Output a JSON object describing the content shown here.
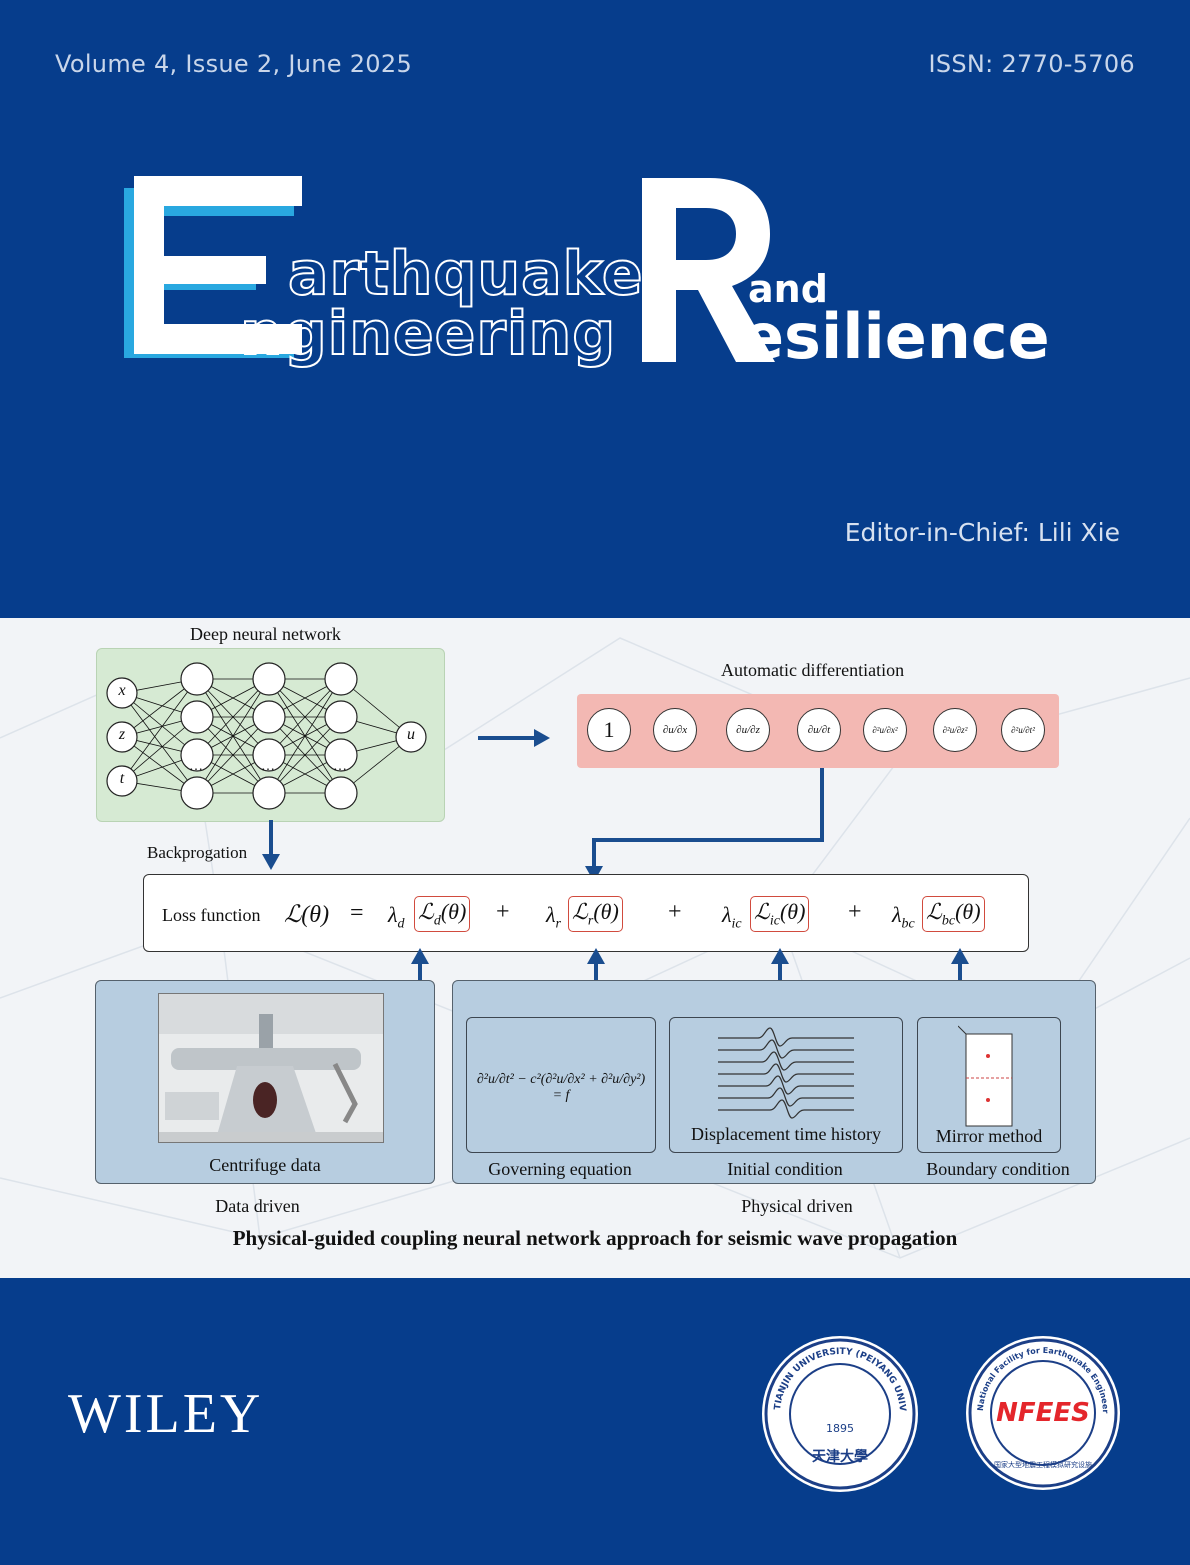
{
  "header": {
    "volume": "Volume 4, Issue 2, June 2025",
    "issn": "ISSN: 2770-5706"
  },
  "title": {
    "letter_e": "E",
    "letter_r": "R",
    "word_arthquake": "arthquake",
    "word_ngineering": "ngineering",
    "word_and": "and",
    "word_esilience": "esilience"
  },
  "editor": "Editor-in-Chief: Lili Xie",
  "figure": {
    "dnn_label": "Deep neural network",
    "inputs": [
      "x",
      "z",
      "t"
    ],
    "output": "u",
    "ellipsis": "…",
    "autodiff_label": "Automatic differentiation",
    "autodiff_terms": [
      "1",
      "∂u/∂x",
      "∂u/∂z",
      "∂u/∂t",
      "∂²u/∂x²",
      "∂²u/∂z²",
      "∂²u/∂t²"
    ],
    "backprop_label": "Backprogation",
    "loss_label": "Loss function",
    "loss_lhs": "ℒ(θ)",
    "eq_sign": "=",
    "plus": "+",
    "loss_terms": [
      {
        "coef": "λ",
        "sub": "d",
        "term": "ℒ",
        "term_sub": "d",
        "arg": "(θ)"
      },
      {
        "coef": "λ",
        "sub": "r",
        "term": "ℒ",
        "term_sub": "r",
        "arg": "(θ)"
      },
      {
        "coef": "λ",
        "sub": "ic",
        "term": "ℒ",
        "term_sub": "ic",
        "arg": "(θ)"
      },
      {
        "coef": "λ",
        "sub": "bc",
        "term": "ℒ",
        "term_sub": "bc",
        "arg": "(θ)"
      }
    ],
    "centrifuge_label": "Centrifuge data",
    "data_driven_label": "Data driven",
    "governing_eq": "∂²u/∂t² − c²(∂²u/∂x² + ∂²u/∂y²) = f",
    "governing_label": "Governing equation",
    "displacement_label": "Displacement time history",
    "initial_label": "Initial  condition",
    "mirror_label": "Mirror method",
    "boundary_label": "Boundary condition",
    "physical_driven_label": "Physical driven",
    "caption": "Physical-guided coupling neural network approach for seismic wave propagation"
  },
  "footer": {
    "publisher": "WILEY",
    "seal1_text": "TIANJIN UNIVERSITY (PEIYANG UNIVERSITY)",
    "seal1_year": "1895",
    "seal1_chinese": "天津大學",
    "seal2_logo": "NFEES",
    "seal2_text": "National Facility for Earthquake Engineering Simulation",
    "seal2_chinese": "国家大型地震工程模拟研究设施"
  },
  "colors": {
    "background": "#063d8c",
    "title_accent": "#29a8e0",
    "title_white": "#ffffff",
    "arrow": "#1a4d8f",
    "loss_highlight": "#d14b3e",
    "nfees_red": "#e4262b"
  }
}
